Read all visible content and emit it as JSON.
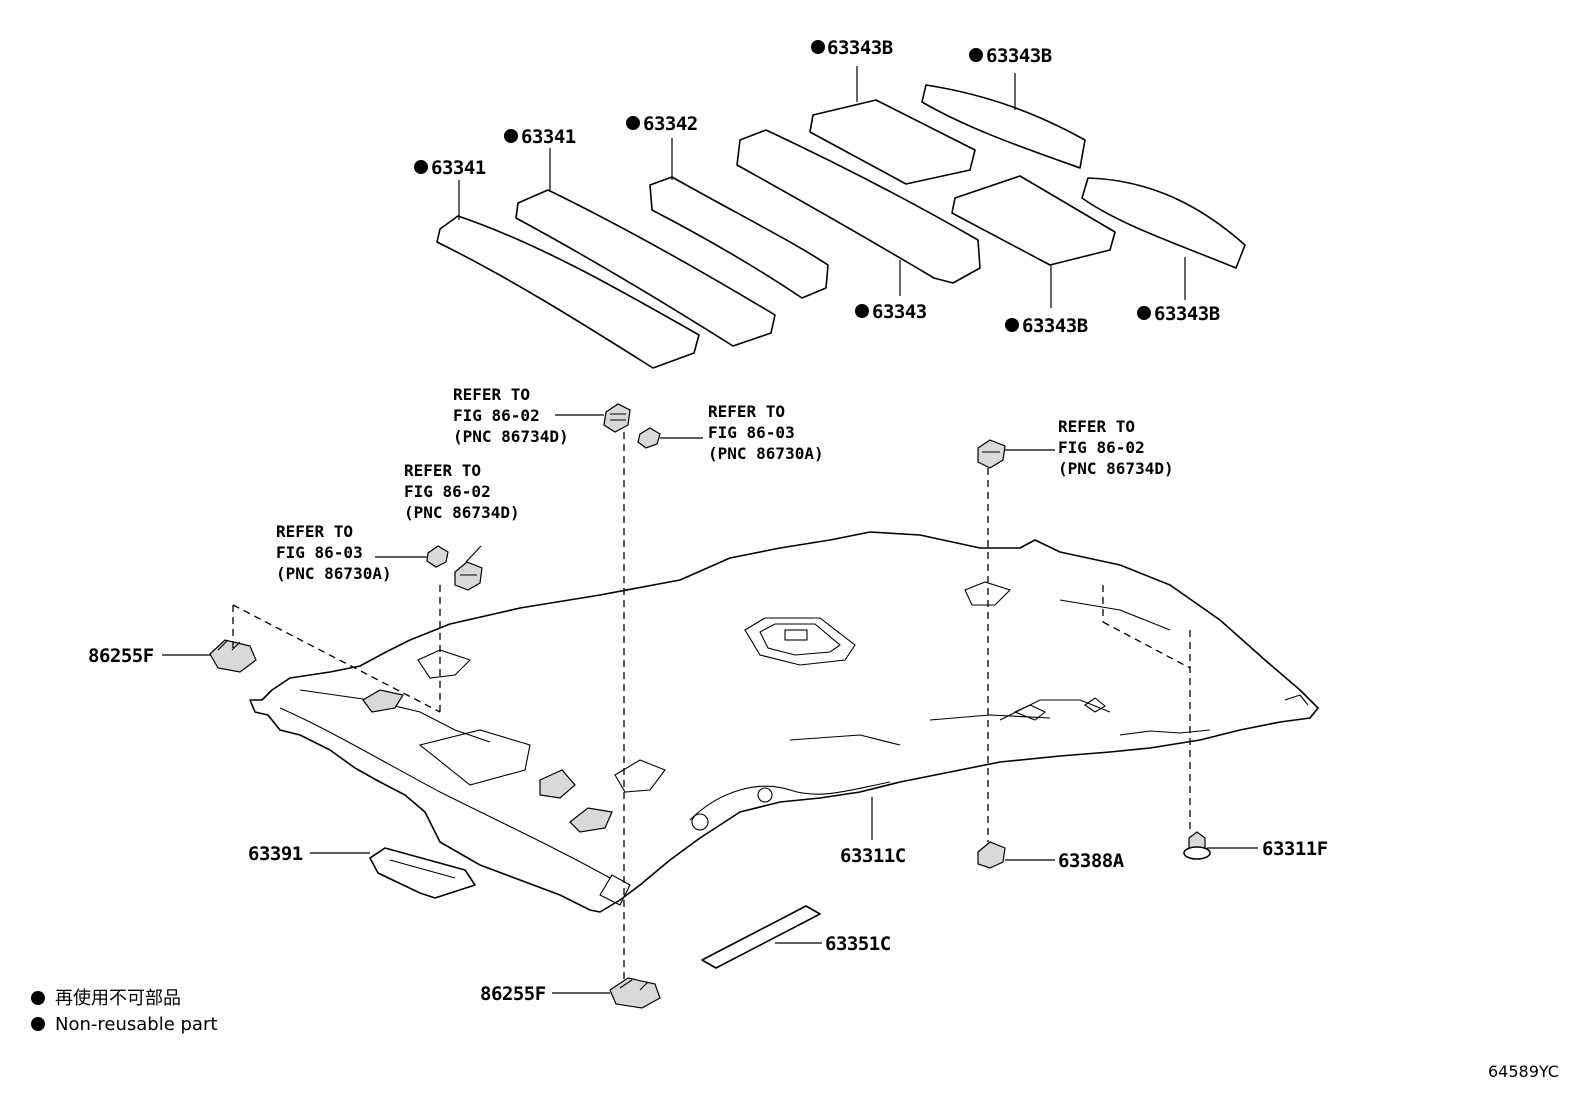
{
  "part_labels": {
    "p_63343B_1": "63343B",
    "p_63343B_2": "63343B",
    "p_63341_1": "63341",
    "p_63342": "63342",
    "p_63341_2": "63341",
    "p_63343": "63343",
    "p_63343B_3": "63343B",
    "p_63343B_4": "63343B",
    "p_86255F_1": "86255F",
    "p_86255F_2": "86255F",
    "p_63391": "63391",
    "p_63311C": "63311C",
    "p_63388A": "63388A",
    "p_63311F": "63311F",
    "p_63351C": "63351C"
  },
  "refer_notes": {
    "r1": {
      "l1": "REFER TO",
      "l2": "FIG 86-02",
      "l3": "(PNC 86734D)"
    },
    "r2": {
      "l1": "REFER TO",
      "l2": "FIG 86-03",
      "l3": "(PNC 86730A)"
    },
    "r3": {
      "l1": "REFER TO",
      "l2": "FIG 86-02",
      "l3": "(PNC 86734D)"
    },
    "r4": {
      "l1": "REFER TO",
      "l2": "FIG 86-02",
      "l3": "(PNC 86734D)"
    },
    "r5": {
      "l1": "REFER TO",
      "l2": "FIG 86-03",
      "l3": "(PNC 86730A)"
    }
  },
  "legend": {
    "jp": "再使用不可部品",
    "en": "Non-reusable part"
  },
  "diagram_code": "64589YC"
}
